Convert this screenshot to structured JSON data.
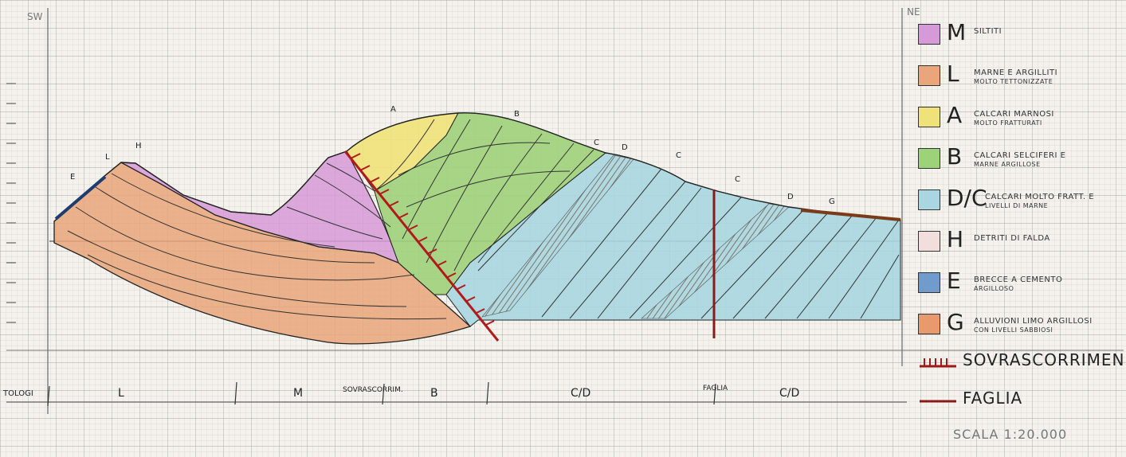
{
  "corner_left": "SW",
  "corner_right": "NE",
  "profile_labels": {
    "e": "E",
    "l": "L",
    "h": "H",
    "a": "A",
    "b": "B",
    "c1": "C",
    "d1": "D",
    "c2": "C",
    "c3": "C",
    "d2": "D",
    "g": "G"
  },
  "bottom_strip": {
    "left_cut": "TOLOGI",
    "zones": [
      "L",
      "M",
      "B",
      "C/D",
      "C/D"
    ],
    "sovrascorrimento": "SOVRASCORRIM.",
    "faglia": "FAGLIA"
  },
  "legend": [
    {
      "letter": "M",
      "text": "SILTITI",
      "sub": "",
      "color": "#d79ad8"
    },
    {
      "letter": "L",
      "text": "MARNE E ARGILLITI",
      "sub": "MOLTO TETTONIZZATE",
      "color": "#e8a67a"
    },
    {
      "letter": "A",
      "text": "CALCARI MARNOSI",
      "sub": "MOLTO FRATTURATI",
      "color": "#f0e27a"
    },
    {
      "letter": "B",
      "text": "CALCARI SELCIFERI E",
      "sub": "MARNE ARGILLOSE",
      "color": "#9ed27a"
    },
    {
      "letter": "D/C",
      "text": "CALCARI MOLTO FRATT. E",
      "sub": "LIVELLI DI MARNE",
      "color": "#a9d6e0"
    },
    {
      "letter": "H",
      "text": "DETRITI DI FALDA",
      "sub": "",
      "color": "#f3dede"
    },
    {
      "letter": "E",
      "text": "BRECCE A CEMENTO",
      "sub": "ARGILLOSO",
      "color": "#6f9ccc"
    },
    {
      "letter": "G",
      "text": "ALLUVIONI LIMO ARGILLOSI",
      "sub": "CON LIVELLI SABBIOSI",
      "color": "#e79a6e"
    }
  ],
  "legend_lines": [
    {
      "text": "SOVRASCORRIMEN",
      "color": "#a01818"
    },
    {
      "text": "FAGLIA",
      "color": "#8a1a1a"
    }
  ],
  "scale": "SCALA 1:20.000"
}
